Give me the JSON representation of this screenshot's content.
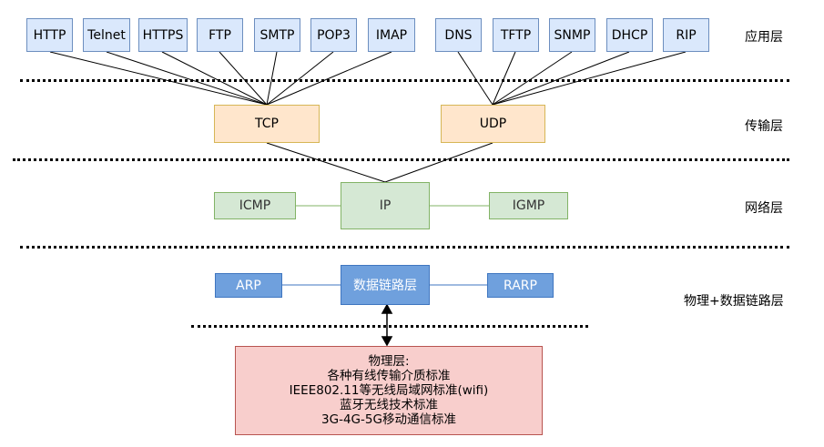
{
  "application_protocols": [
    "HTTP",
    "Telnet",
    "HTTPS",
    "FTP",
    "SMTP",
    "POP3",
    "IMAP",
    "DNS",
    "TFTP",
    "SNMP",
    "DHCP",
    "RIP"
  ],
  "transport": {
    "tcp": "TCP",
    "udp": "UDP"
  },
  "network": {
    "ip": "IP",
    "icmp": "ICMP",
    "igmp": "IGMP"
  },
  "datalink": {
    "main": "数据链路层",
    "arp": "ARP",
    "rarp": "RARP"
  },
  "physical": {
    "title": "物理层:",
    "lines": [
      "各种有线传输介质标准",
      "IEEE802.11等无线局域网标准(wifi)",
      "蓝牙无线技术标准",
      "3G-4G-5G移动通信标准"
    ]
  },
  "layer_labels": {
    "application": "应用层",
    "transport": "传输层",
    "network": "网络层",
    "physical_datalink": "物理+数据链路层"
  },
  "colors": {
    "application_fill": "#dae8fc",
    "transport_fill": "#ffe6cc",
    "network_fill": "#d5e8d4",
    "datalink_fill": "#6fa0dd",
    "physical_fill": "#f8cecc"
  }
}
